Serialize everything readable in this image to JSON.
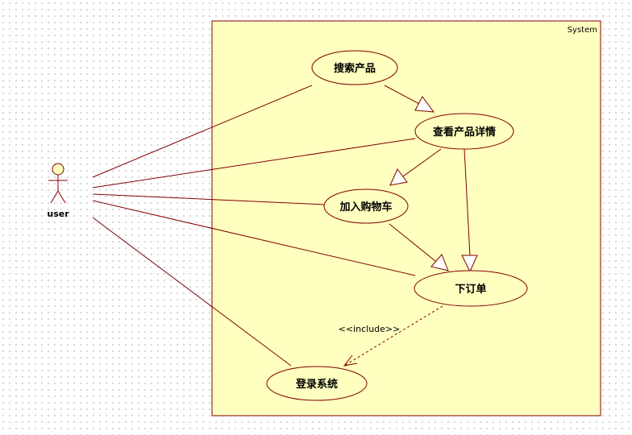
{
  "diagram": {
    "type": "uml-use-case",
    "system": {
      "label": "System"
    },
    "actor": {
      "label": "user"
    },
    "use_cases": {
      "search": "搜索产品",
      "view_details": "查看产品详情",
      "add_cart": "加入购物车",
      "place_order": "下订单",
      "login": "登录系统"
    },
    "include_label": "<<include>>",
    "colors": {
      "fill": "#ffffc0",
      "stroke": "#800000",
      "background": "#ffffff"
    }
  }
}
